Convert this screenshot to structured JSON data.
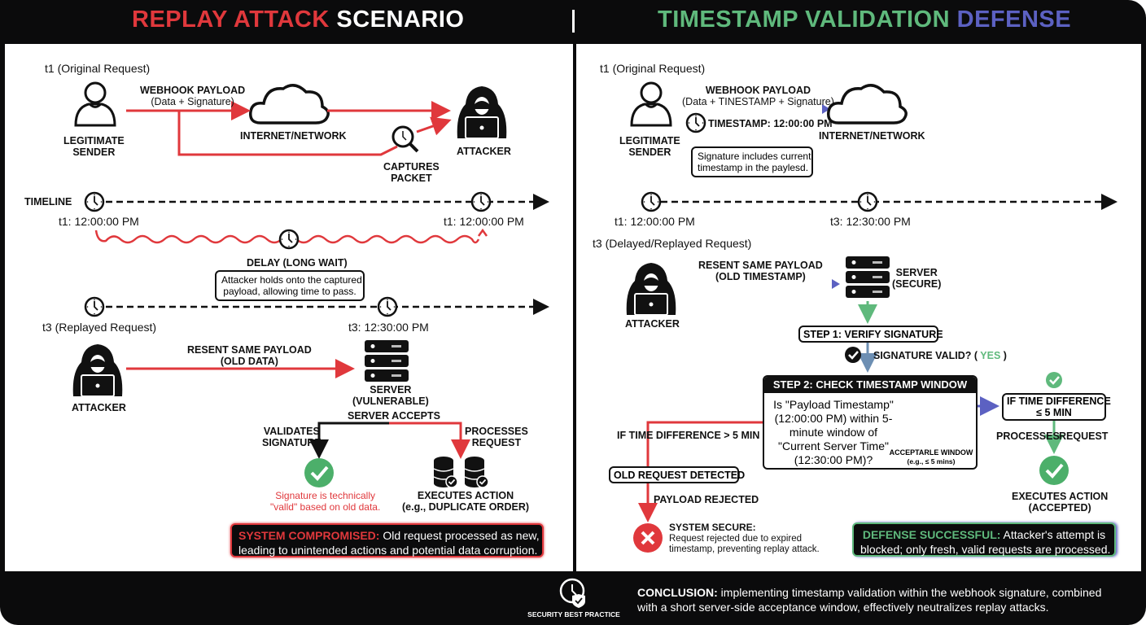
{
  "left": {
    "title_part1": "REPLAY ATTACK",
    "title_part2": "SCENARIO",
    "t1_heading": "t1 (Original Request)",
    "payload_label_1": "WEBHOOK PAYLOAD",
    "payload_label_2": "(Data + Signature)",
    "sender_label_1": "LEGITIMATE",
    "sender_label_2": "SENDER",
    "network_label": "INTERNET/NETWORK",
    "attacker_label": "ATTACKER",
    "captures_label_1": "CAPTURES",
    "captures_label_2": "PACKET",
    "timeline_label": "TIMELINE",
    "timeline_t1_start": "t1: 12:00:00 PM",
    "timeline_t1_end": "t1: 12:00:00 PM",
    "delay_label": "DELAY (LONG WAIT)",
    "delay_note_1": "Attacker holds onto the captured",
    "delay_note_2": "payload, allowing time to pass.",
    "t3_heading": "t3 (Replayed Request)",
    "t3_time": "t3: 12:30:00 PM",
    "resent_label_1": "RESENT SAME PAYLOAD",
    "resent_label_2": "(OLD DATA)",
    "attacker2_label": "ATTACKER",
    "server_label_1": "SERVER",
    "server_label_2": "(VULNERABLE)",
    "server_accepts": "SERVER ACCEPTS",
    "validates_1": "VALIDATES",
    "validates_2": "SIGNATURE",
    "processes_1": "PROCESSES",
    "processes_2": "REQUEST",
    "sig_note_1": "Signature is technically",
    "sig_note_2": "\"valld\" based on old data.",
    "exec_1": "EXECUTES ACTION",
    "exec_2": "(e.g., DUPLICATE ORDER)",
    "alert_title": "SYSTEM COMPROMISED:",
    "alert_text_1": " Old request processed as new,",
    "alert_text_2": "leading to unintended actions and potential data corruption."
  },
  "right": {
    "title_part1": "TIMESTAMP VALIDATION",
    "title_part2": "DEFENSE",
    "t1_heading": "t1 (Original Request)",
    "payload_label_1": "WEBHOOK PAYLOAD",
    "payload_label_2": "(Data + TINESTAMP + Signature)",
    "timestamp_label": "TIMESTAMP: 12:00:00 PM",
    "sender_label_1": "LEGITIMATE",
    "sender_label_2": "SENDER",
    "network_label": "INTERNET/NETWORK",
    "sig_note_1": "Signature includes current",
    "sig_note_2": "timestamp in the paylesd.",
    "timeline_t1": "t1: 12:00:00 PM",
    "timeline_t3": "t3: 12:30:00 PM",
    "t3_heading": "t3 (Delayed/Replayed Request)",
    "resent_label_1": "RESENT SAME PAYLOAD",
    "resent_label_2": "(OLD TIMESTAMP)",
    "attacker_label": "ATTACKER",
    "server_label_1": "SERVER",
    "server_label_2": "(SECURE)",
    "step1": "STEP 1: VERIFY SIGNATURE",
    "sig_valid": "SIGNATURE VALID? (",
    "sig_valid_yes": " YES ",
    "sig_valid_close": ")",
    "step2_title": "STEP 2: CHECK TIMESTAMP WINDOW",
    "step2_question": "Is \"Payload Timestamp\" (12:00:00 PM) within 5-minute window of \"Current Server Time\" (12:30:00 PM)?",
    "window_label": "ACCEPTARLE WINDOW",
    "window_sub": "(e.g., ≤ 5 mins)",
    "fail_condition": "IF TIME DIFFERENCE > 5 MIN",
    "old_detected": "OLD REQUEST DETECTED",
    "payload_rejected": "PAYLOAD REJECTED",
    "secure_title": "SYSTEM SECURE:",
    "secure_text_1": "Request rejected due to expired",
    "secure_text_2": "timestamp, preventing replay attack.",
    "pass_condition_1": "IF TIME DIFFERENCE",
    "pass_condition_2": "≤ 5 MIN",
    "processes": "PROCESSES",
    "request": "REQUEST",
    "exec_1": "EXECUTES ACTION",
    "exec_2": "(ACCEPTED)",
    "alert_title": "DEFENSE SUCCESSFUL:",
    "alert_text_1": " Attacker's attempt is",
    "alert_text_2": "blocked; only fresh, valid requests are processed."
  },
  "footer": {
    "badge_caption": "SECURITY BEST PRACTICE",
    "conclusion_title": "CONCLUSION:",
    "conclusion_text_1": " implementing timestamp validation within the webhook signature, combined",
    "conclusion_text_2": "with a short server-side acceptance window, effectively neutralizes replay attacks."
  },
  "colors": {
    "attack_red": "#e0383c",
    "defense_green": "#5fb97c",
    "defense_blue": "#5c61c2",
    "frame_black": "#0b0b0c"
  }
}
